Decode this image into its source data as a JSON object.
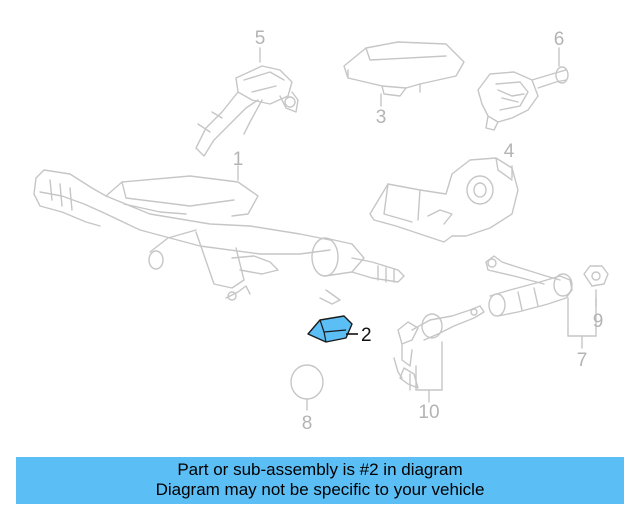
{
  "callouts": {
    "c1": "1",
    "c2": "2",
    "c3": "3",
    "c4": "4",
    "c5": "5",
    "c6": "6",
    "c7": "7",
    "c8": "8",
    "c9": "9",
    "c10": "10"
  },
  "banner": {
    "line1": "Part or sub-assembly is #2 in diagram",
    "line2": "Diagram may not be specific to your vehicle"
  },
  "colors": {
    "banner_bg": "#5bbef5",
    "highlight_part": "#5bbef5",
    "faded_part": "#c8c8c8",
    "active_text": "#111111"
  }
}
